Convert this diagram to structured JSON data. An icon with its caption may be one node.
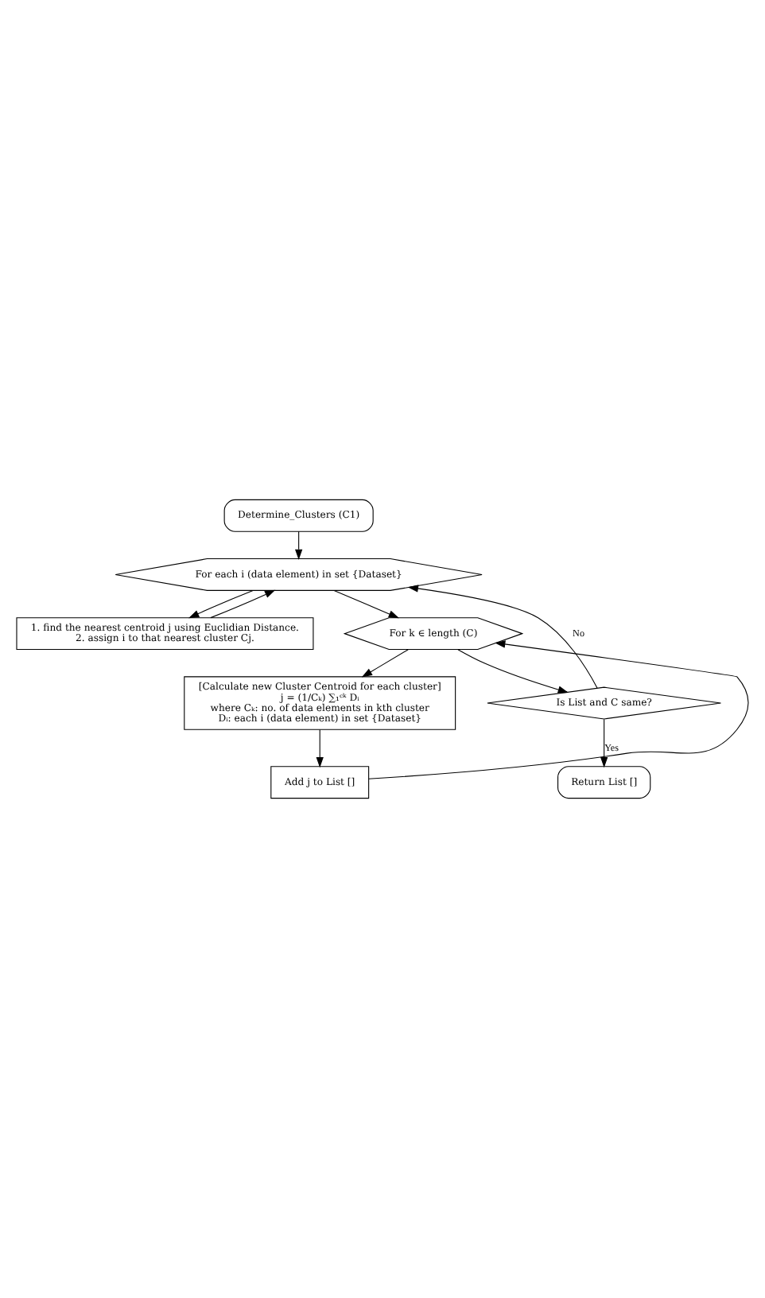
{
  "diagram": {
    "nodes": [
      {
        "text": [
          "Determine_Clusters (C1)"
        ]
      },
      {
        "text": [
          "For each i (data element) in set {Dataset}"
        ]
      },
      {
        "text": [
          "1. find the nearest centroid j using Euclidian Distance.",
          "2. assign i to that nearest cluster Cj."
        ]
      },
      {
        "text": [
          "For k ∈ length (C)"
        ]
      },
      {
        "text": [
          "[Calculate new Cluster Centroid for each cluster]",
          "j = (1/Cₖ) ∑₁ᶜᵏ Dᵢ",
          "where Cₖ: no. of data elements in kth cluster",
          "Dᵢ: each i (data element) in set {Dataset}"
        ]
      },
      {
        "text": [
          "Add j to List []"
        ]
      },
      {
        "text": [
          "Is List and C same?"
        ]
      },
      {
        "text": [
          "Return List []"
        ]
      }
    ],
    "edges": [
      {
        "from": 0,
        "to": 1,
        "arrow": "to"
      },
      {
        "from": 1,
        "to": 2,
        "arrow": "to"
      },
      {
        "from": 2,
        "to": 1,
        "arrow": "to"
      },
      {
        "from": 1,
        "to": 3,
        "arrow": "to"
      },
      {
        "from": 3,
        "to": 4,
        "arrow": "to"
      },
      {
        "from": 4,
        "to": 5,
        "arrow": "to"
      },
      {
        "from": 5,
        "to": 3,
        "arrow": "to"
      },
      {
        "from": 3,
        "to": 6,
        "arrow": "to"
      },
      {
        "from": 6,
        "to": 1,
        "label": "No",
        "arrow": "to"
      },
      {
        "from": 6,
        "to": 7,
        "label": "Yes",
        "arrow": "to"
      }
    ]
  }
}
